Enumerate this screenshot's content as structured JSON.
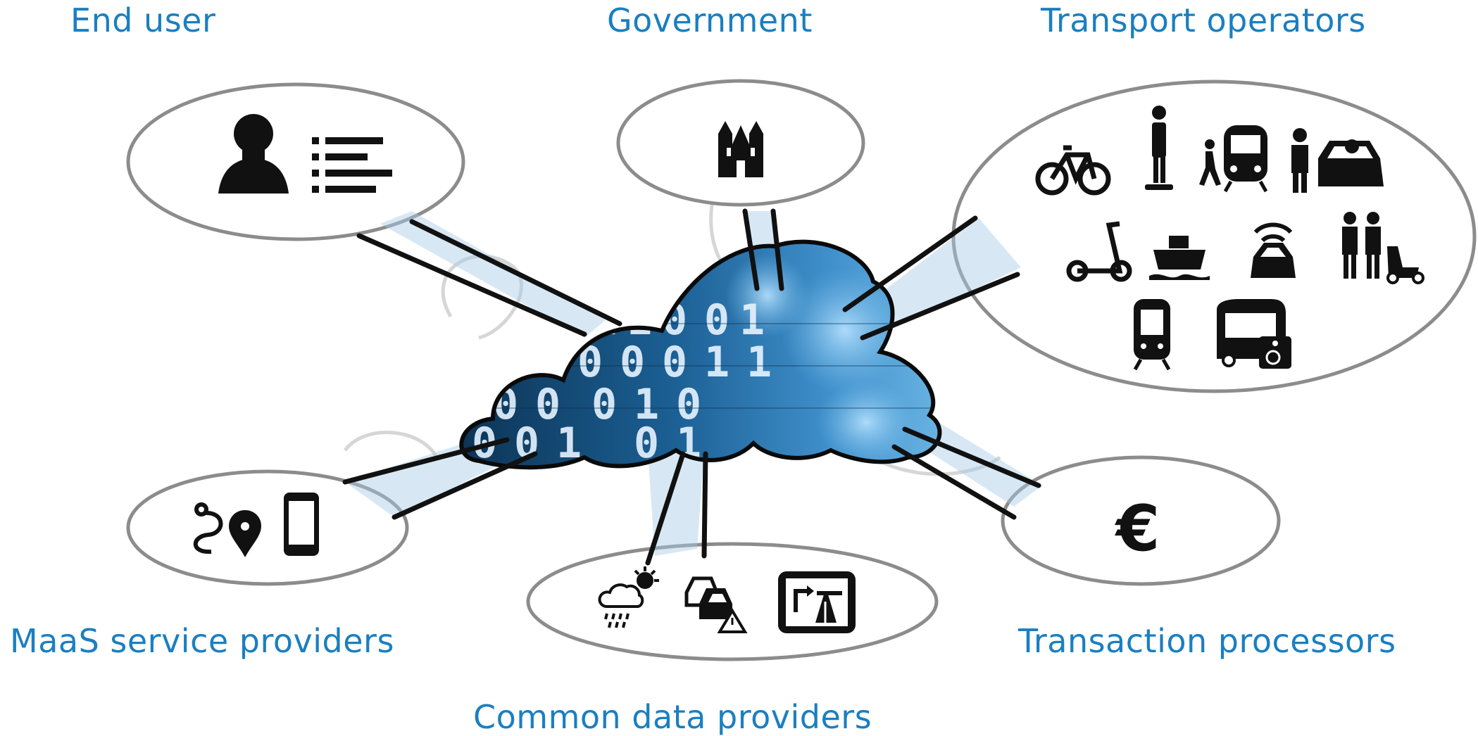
{
  "labels": {
    "end_user": "End user",
    "government": "Government",
    "transport_operators": "Transport operators",
    "maas_service_providers": "MaaS service providers",
    "transaction_processors": "Transaction processors",
    "common_data_providers": "Common data providers"
  },
  "symbols": {
    "currency": "€",
    "binary_digits": [
      "1",
      "1",
      "0",
      "0",
      "1",
      "0",
      "0",
      "0",
      "0",
      "0",
      "1",
      "1",
      "0",
      "0",
      "0",
      "1",
      "0",
      "0",
      "0",
      "1",
      "0",
      "1"
    ]
  },
  "colors": {
    "label_text": "#1a7fc1",
    "cloud_dark": "#0d3a5e",
    "cloud_light": "#7fc4ee",
    "ellipse_stroke": "#8c8c8c",
    "connector": "#111111"
  },
  "icons": {
    "end_user": [
      "person-icon",
      "list-icon"
    ],
    "government": [
      "church-icon"
    ],
    "transport_operators": [
      "bicycle-icon",
      "hoverboard-person-icon",
      "walking-person-icon",
      "train-icon",
      "car-driver-icon",
      "scooter-icon",
      "ferry-icon",
      "connected-car-icon",
      "people-moped-icon",
      "tram-icon",
      "accessible-van-icon"
    ],
    "maas_service_providers": [
      "route-pin-icon",
      "smartphone-icon"
    ],
    "common_data_providers": [
      "weather-icon",
      "traffic-warning-icon",
      "highway-sign-icon"
    ],
    "transaction_processors": [
      "euro-icon"
    ]
  }
}
